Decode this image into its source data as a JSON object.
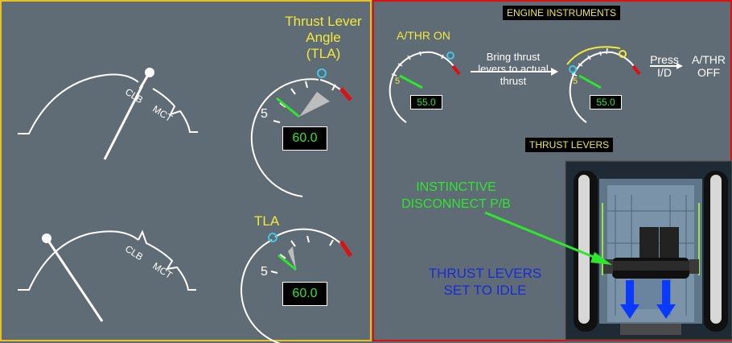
{
  "left_panel": {
    "tla_callout": "Thrust Lever\nAngle\n(TLA)",
    "tla_short": "TLA",
    "detent_clb": "CLB",
    "detent_mct": "MCT",
    "gauge_scale_5": "5",
    "upper_readout": "60.0",
    "lower_readout": "60.0"
  },
  "right_panel": {
    "engine_instruments_header": "ENGINE INSTRUMENTS",
    "athr_on": "A/THR ON",
    "bring_thrust": "Bring thrust\nlevers to actual\nthrust",
    "press_id": "Press\nI/D",
    "athr_off": "A/THR\nOFF",
    "gauge_scale_5": "5",
    "readout_1": "55.0",
    "readout_2": "55.0",
    "thrust_levers_header": "THRUST LEVERS",
    "instinctive_disconnect": "INSTINCTIVE\nDISCONNECT P/B",
    "thrust_levers_idle": "THRUST LEVERS\nSET TO IDLE"
  },
  "colors": {
    "panel_bg": "#5f6b75",
    "left_border": "#e8c020",
    "right_border": "#e01010",
    "label_yellow": "#f2ea3a",
    "readout_green": "#2ee62e",
    "callout_blue": "#1a2bd8",
    "redline": "#e01010",
    "tla_marker_cyan": "#3ec8e8"
  }
}
